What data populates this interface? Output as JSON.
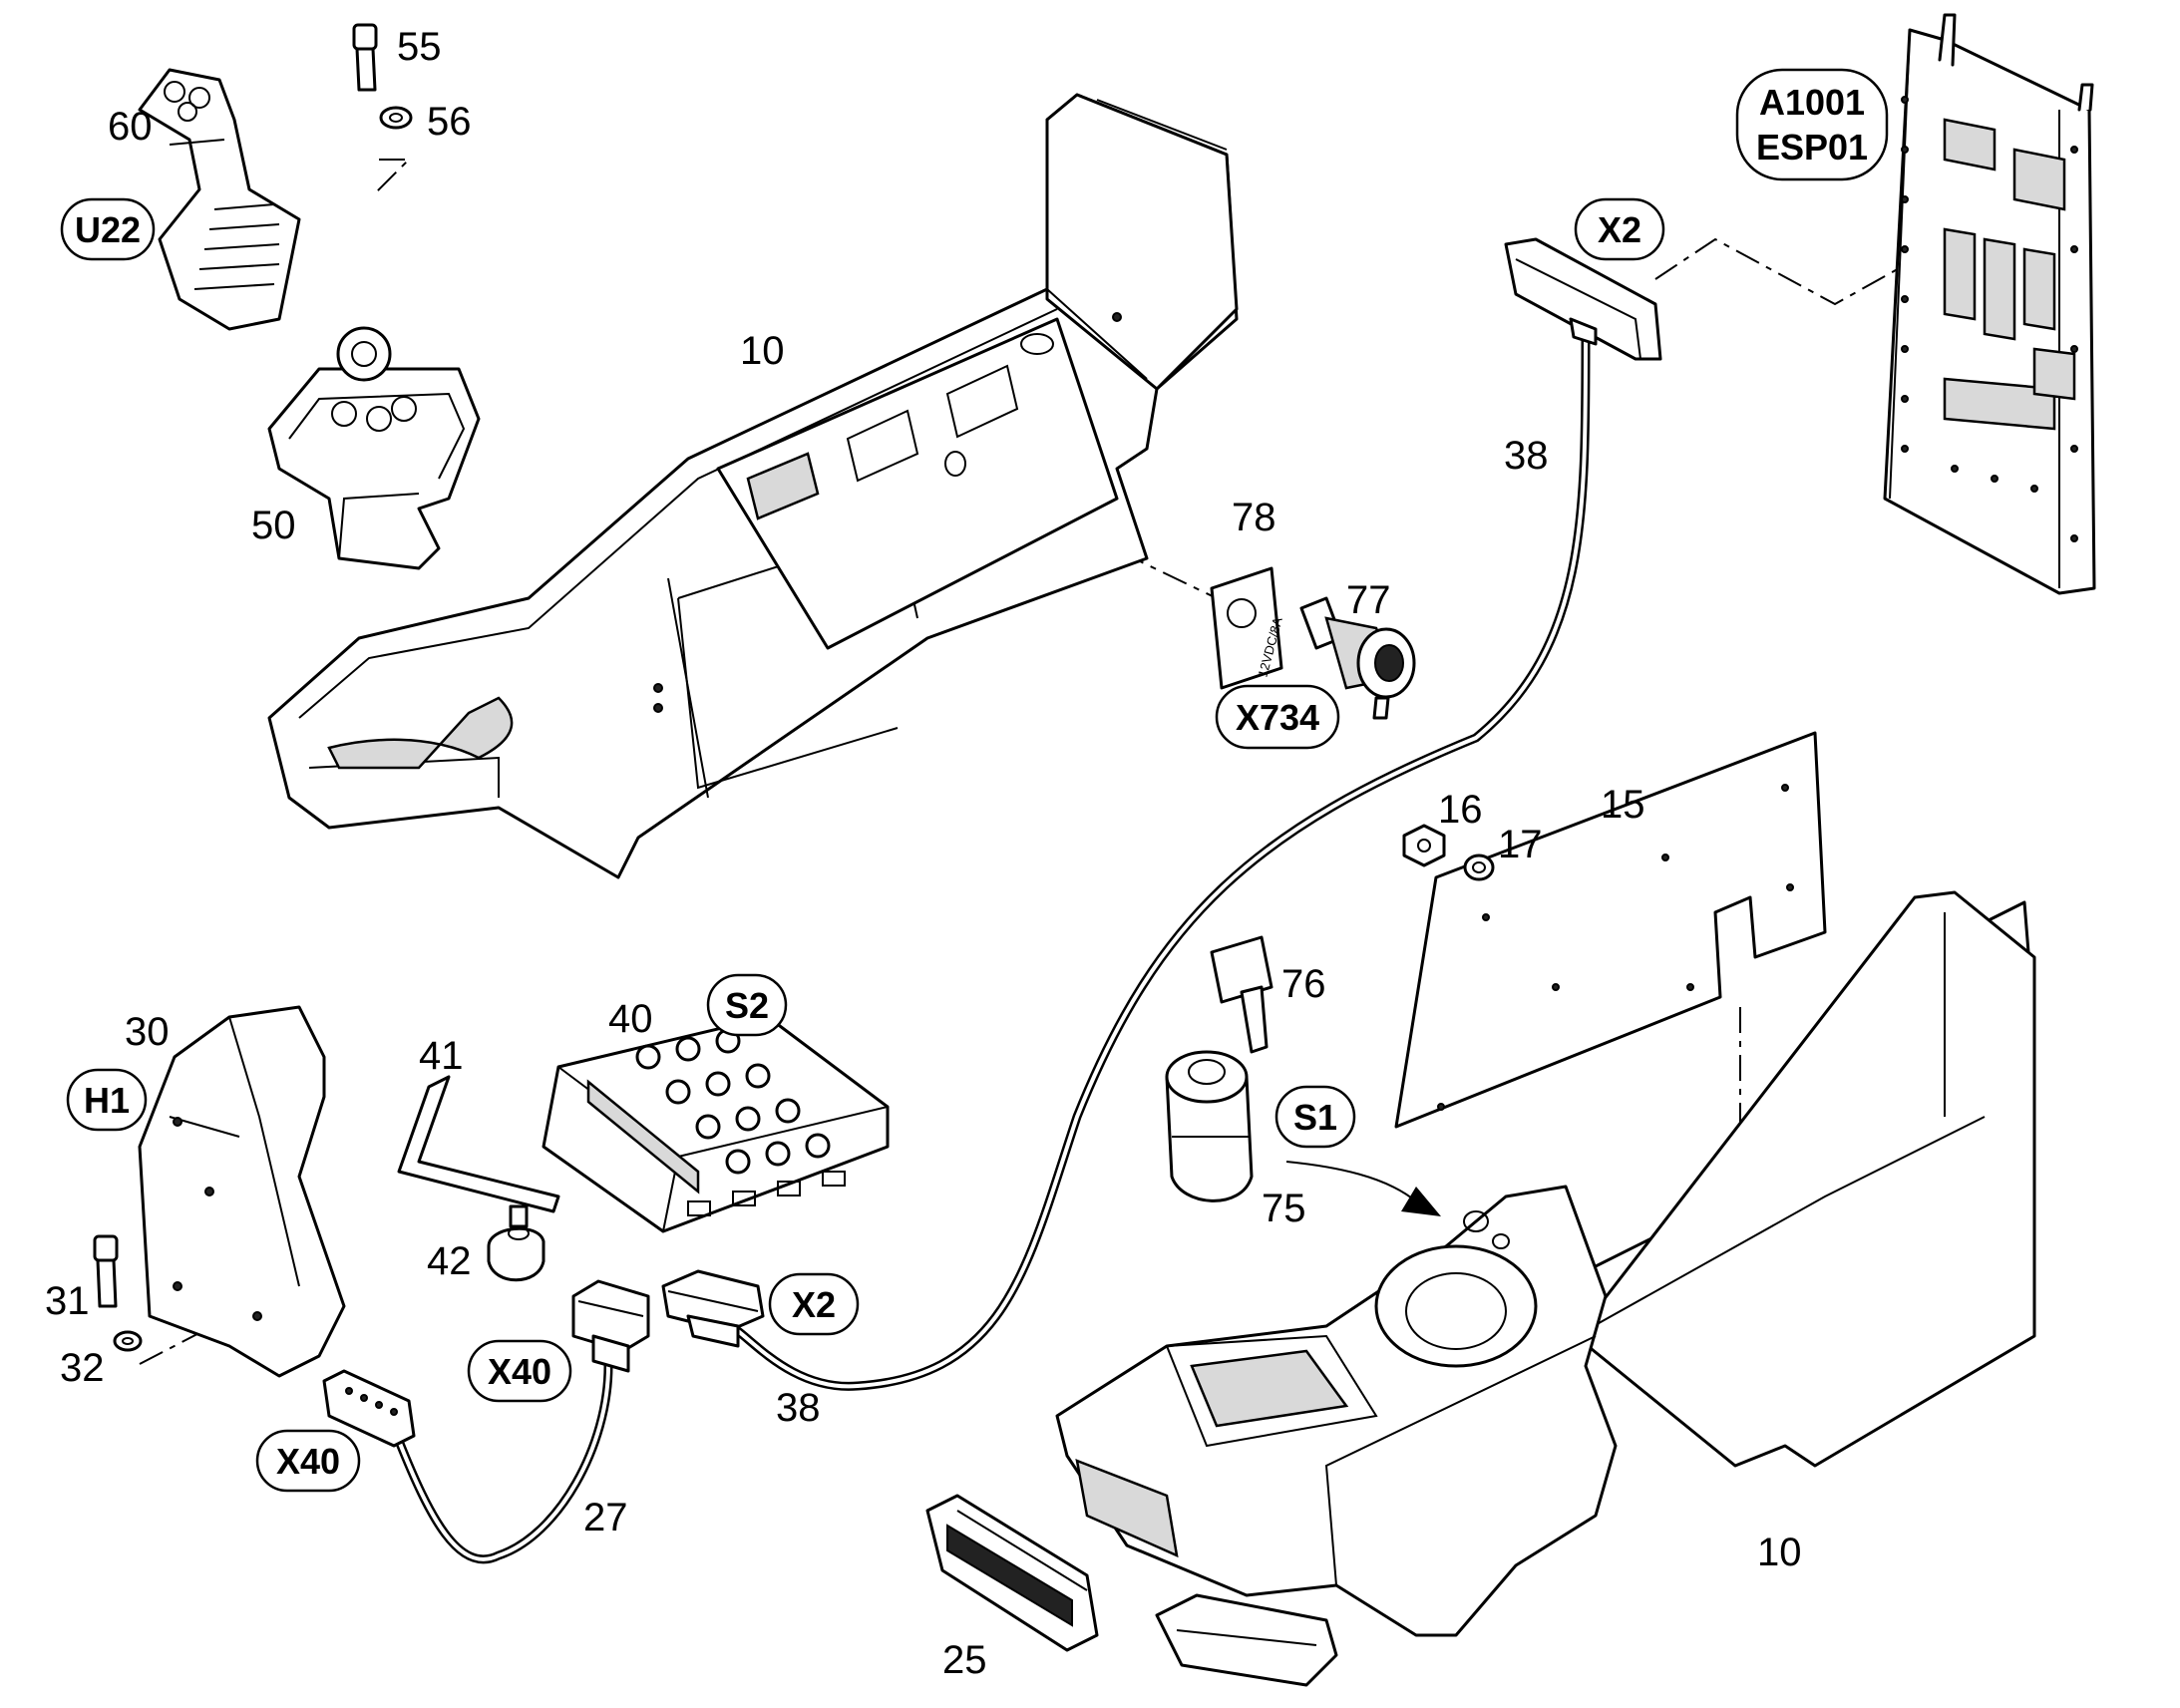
{
  "part_numbers": {
    "n55": "55",
    "n56": "56",
    "n60": "60",
    "n50": "50",
    "n10_top": "10",
    "n78": "78",
    "n77": "77",
    "n38_top": "38",
    "n16": "16",
    "n17": "17",
    "n15": "15",
    "n76": "76",
    "n75": "75",
    "n30": "30",
    "n41": "41",
    "n40": "40",
    "n42": "42",
    "n31": "31",
    "n32": "32",
    "n38_bottom": "38",
    "n27": "27",
    "n10_bottom": "10",
    "n25": "25"
  },
  "reference_tags": {
    "u22": "U22",
    "a1001_line1": "A1001",
    "a1001_line2": "ESP01",
    "x2_top": "X2",
    "x734": "X734",
    "s2": "S2",
    "s1": "S1",
    "h1": "H1",
    "x2_bottom": "X2",
    "x40_left": "X40",
    "x40_mid": "X40"
  },
  "socket_label": "12VDC/8A",
  "colors": {
    "line": "#000000",
    "fill": "#ffffff",
    "shade": "#d9d9d9"
  }
}
